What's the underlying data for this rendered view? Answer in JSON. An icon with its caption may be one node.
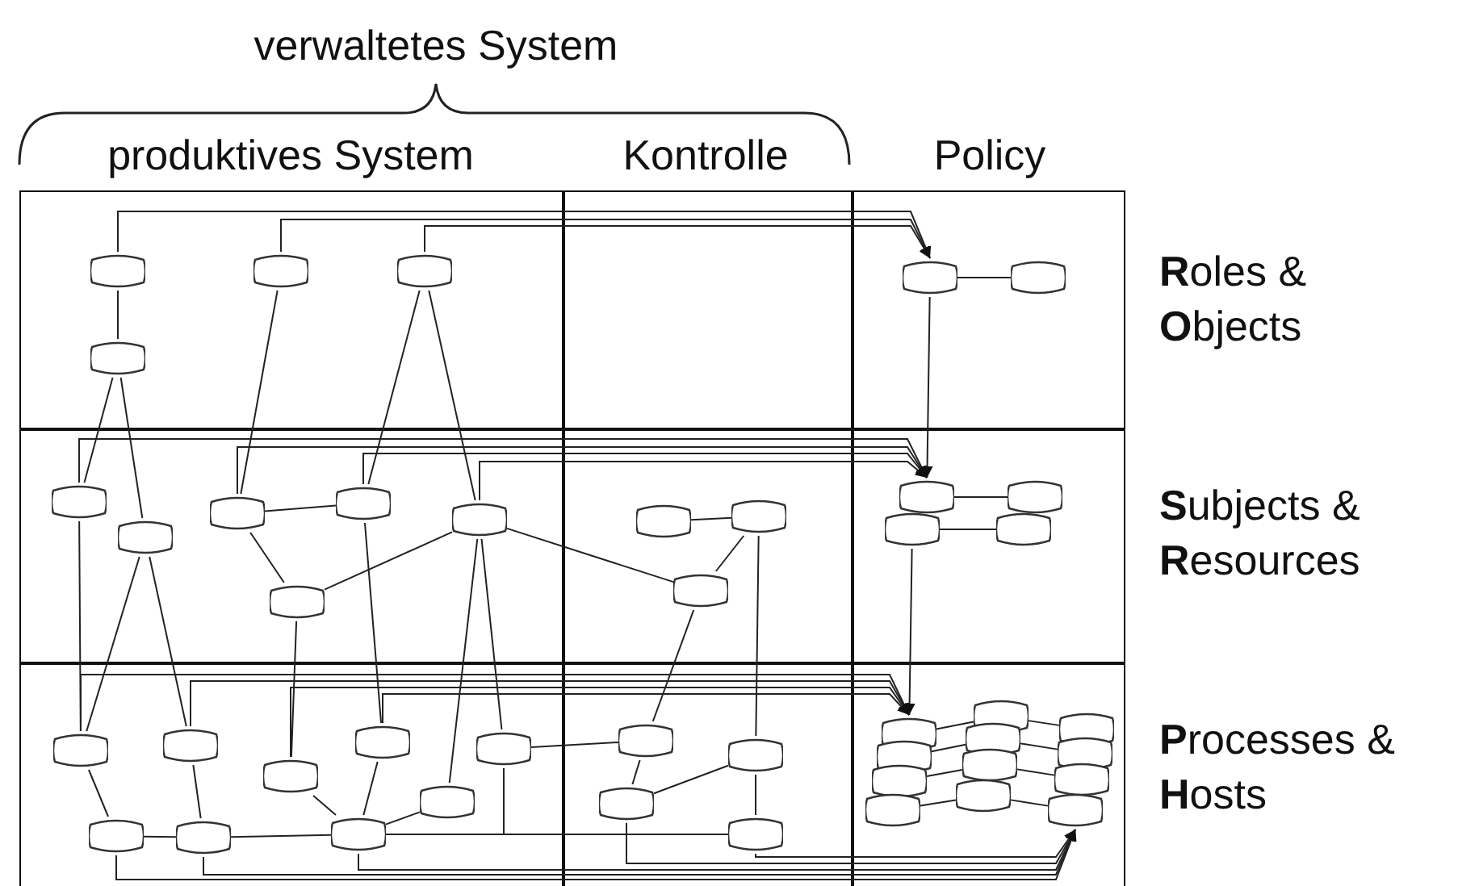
{
  "diagram": {
    "nodes": [
      {
        "text": [],
        "shape": "cylinder"
      },
      {
        "text": [],
        "shape": "cylinder"
      },
      {
        "text": [],
        "shape": "cylinder"
      },
      {
        "text": [],
        "shape": "cylinder"
      },
      {
        "text": [],
        "shape": "cylinder"
      },
      {
        "text": [],
        "shape": "cylinder"
      },
      {
        "text": [],
        "shape": "cylinder"
      },
      {
        "text": [],
        "shape": "cylinder"
      },
      {
        "text": [],
        "shape": "cylinder"
      },
      {
        "text": [],
        "shape": "cylinder"
      },
      {
        "text": [],
        "shape": "cylinder"
      },
      {
        "text": [],
        "shape": "cylinder"
      },
      {
        "text": [],
        "shape": "cylinder"
      },
      {
        "text": [],
        "shape": "cylinder"
      },
      {
        "text": [],
        "shape": "cylinder"
      },
      {
        "text": [],
        "shape": "cylinder"
      },
      {
        "text": [],
        "shape": "cylinder"
      },
      {
        "text": [],
        "shape": "cylinder"
      },
      {
        "text": [],
        "shape": "cylinder"
      },
      {
        "text": [],
        "shape": "cylinder"
      },
      {
        "text": [],
        "shape": "cylinder"
      },
      {
        "text": [],
        "shape": "cylinder"
      },
      {
        "text": [],
        "shape": "cylinder"
      },
      {
        "text": [],
        "shape": "cylinder"
      },
      {
        "text": [],
        "shape": "cylinder"
      },
      {
        "text": [],
        "shape": "cylinder"
      },
      {
        "text": [],
        "shape": "cylinder"
      },
      {
        "text": [],
        "shape": "cylinder"
      },
      {
        "text": [],
        "shape": "cylinder"
      },
      {
        "text": [],
        "shape": "cylinder"
      },
      {
        "text": [],
        "shape": "cylinder"
      },
      {
        "text": [],
        "shape": "cylinder"
      },
      {
        "text": [],
        "shape": "cylinder"
      },
      {
        "text": [],
        "shape": "cylinder"
      },
      {
        "text": [],
        "shape": "cylinder"
      },
      {
        "text": [],
        "shape": "cylinder"
      },
      {
        "text": [],
        "shape": "cylinder"
      },
      {
        "text": [],
        "shape": "cylinder"
      },
      {
        "text": [],
        "shape": "cylinder"
      },
      {
        "text": [],
        "shape": "cylinder"
      },
      {
        "text": [],
        "shape": "cylinder"
      },
      {
        "text": [],
        "shape": "cylinder"
      },
      {
        "text": [],
        "shape": "cylinder"
      },
      {
        "text": [],
        "shape": "cylinder"
      }
    ],
    "edges": [
      {
        "from": 0,
        "to": 1,
        "arrow": "none"
      },
      {
        "from": 0,
        "to": 4,
        "arrow": "to"
      },
      {
        "from": 2,
        "to": 4,
        "arrow": "to"
      },
      {
        "from": 3,
        "to": 4,
        "arrow": "to"
      },
      {
        "from": 4,
        "to": 5,
        "arrow": "none"
      },
      {
        "from": 4,
        "to": 15,
        "arrow": "to"
      },
      {
        "from": 1,
        "to": 6,
        "arrow": "none"
      },
      {
        "from": 1,
        "to": 7,
        "arrow": "none"
      },
      {
        "from": 2,
        "to": 8,
        "arrow": "none"
      },
      {
        "from": 3,
        "to": 9,
        "arrow": "none"
      },
      {
        "from": 3,
        "to": 10,
        "arrow": "none"
      },
      {
        "from": 8,
        "to": 9,
        "arrow": "none"
      },
      {
        "from": 8,
        "to": 11,
        "arrow": "none"
      },
      {
        "from": 11,
        "to": 10,
        "arrow": "none"
      },
      {
        "from": 10,
        "to": 14,
        "arrow": "none"
      },
      {
        "from": 12,
        "to": 13,
        "arrow": "none"
      },
      {
        "from": 13,
        "to": 14,
        "arrow": "none"
      },
      {
        "from": 15,
        "to": 16,
        "arrow": "none"
      },
      {
        "from": 17,
        "to": 18,
        "arrow": "none"
      },
      {
        "from": 6,
        "to": 15,
        "arrow": "to"
      },
      {
        "from": 8,
        "to": 15,
        "arrow": "to"
      },
      {
        "from": 9,
        "to": 15,
        "arrow": "to"
      },
      {
        "from": 10,
        "to": 15,
        "arrow": "to"
      },
      {
        "from": 17,
        "to": 32,
        "arrow": "to"
      },
      {
        "from": 6,
        "to": 19,
        "arrow": "none"
      },
      {
        "from": 7,
        "to": 19,
        "arrow": "none"
      },
      {
        "from": 7,
        "to": 20,
        "arrow": "none"
      },
      {
        "from": 11,
        "to": 21,
        "arrow": "none"
      },
      {
        "from": 9,
        "to": 22,
        "arrow": "none"
      },
      {
        "from": 10,
        "to": 23,
        "arrow": "none"
      },
      {
        "from": 10,
        "to": 24,
        "arrow": "none"
      },
      {
        "from": 14,
        "to": 25,
        "arrow": "none"
      },
      {
        "from": 13,
        "to": 26,
        "arrow": "none"
      },
      {
        "from": 19,
        "to": 27,
        "arrow": "none"
      },
      {
        "from": 27,
        "to": 28,
        "arrow": "none"
      },
      {
        "from": 20,
        "to": 28,
        "arrow": "none"
      },
      {
        "from": 28,
        "to": 29,
        "arrow": "none"
      },
      {
        "from": 21,
        "to": 29,
        "arrow": "none"
      },
      {
        "from": 22,
        "to": 29,
        "arrow": "none"
      },
      {
        "from": 29,
        "to": 23,
        "arrow": "none"
      },
      {
        "from": 24,
        "to": 25,
        "arrow": "none"
      },
      {
        "from": 25,
        "to": 30,
        "arrow": "none"
      },
      {
        "from": 30,
        "to": 26,
        "arrow": "none"
      },
      {
        "from": 26,
        "to": 31,
        "arrow": "none"
      },
      {
        "from": 29,
        "to": 31,
        "arrow": "none"
      },
      {
        "from": 24,
        "to": 31,
        "arrow": "none"
      },
      {
        "from": 19,
        "to": 32,
        "arrow": "to"
      },
      {
        "from": 20,
        "to": 32,
        "arrow": "to"
      },
      {
        "from": 21,
        "to": 32,
        "arrow": "to"
      },
      {
        "from": 22,
        "to": 32,
        "arrow": "to"
      },
      {
        "from": 27,
        "to": 43,
        "arrow": "to"
      },
      {
        "from": 28,
        "to": 43,
        "arrow": "to"
      },
      {
        "from": 29,
        "to": 43,
        "arrow": "to"
      },
      {
        "from": 30,
        "to": 43,
        "arrow": "to"
      },
      {
        "from": 31,
        "to": 43,
        "arrow": "to"
      },
      {
        "from": 32,
        "to": 36,
        "arrow": "none"
      },
      {
        "from": 33,
        "to": 37,
        "arrow": "none"
      },
      {
        "from": 34,
        "to": 38,
        "arrow": "none"
      },
      {
        "from": 35,
        "to": 39,
        "arrow": "none"
      },
      {
        "from": 36,
        "to": 40,
        "arrow": "none"
      },
      {
        "from": 37,
        "to": 41,
        "arrow": "none"
      },
      {
        "from": 38,
        "to": 42,
        "arrow": "none"
      },
      {
        "from": 39,
        "to": 43,
        "arrow": "none"
      }
    ],
    "labels": [
      "verwaltetes System",
      "produktives System",
      "Kontrolle",
      "Policy",
      "**R**oles & **O**bjects",
      "**S**ubjects & **R**esources",
      "**P**rocesses & **H**osts"
    ]
  }
}
